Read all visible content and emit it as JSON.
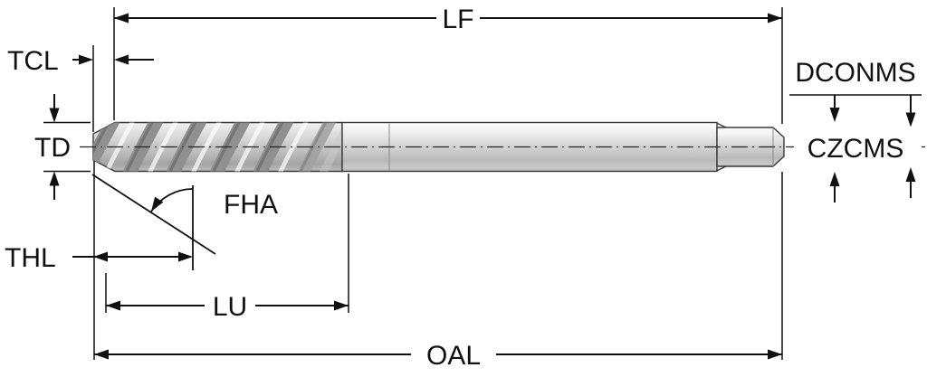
{
  "figure": {
    "type": "technical-drawing",
    "subject": "spiral-flute tap side view with dimension callouts",
    "background": "#ffffff",
    "line_color": "#111111",
    "metal_colors": {
      "light": "#f4f4f4",
      "mid": "#d8d8d8",
      "dark": "#a9a9a9"
    },
    "labels": {
      "lf": "LF",
      "tcl": "TCL",
      "dconms": "DCONMS",
      "td": "TD",
      "czcms": "CZCMS",
      "fha": "FHA",
      "thl": "THL",
      "lu": "LU",
      "oal": "OAL"
    }
  }
}
